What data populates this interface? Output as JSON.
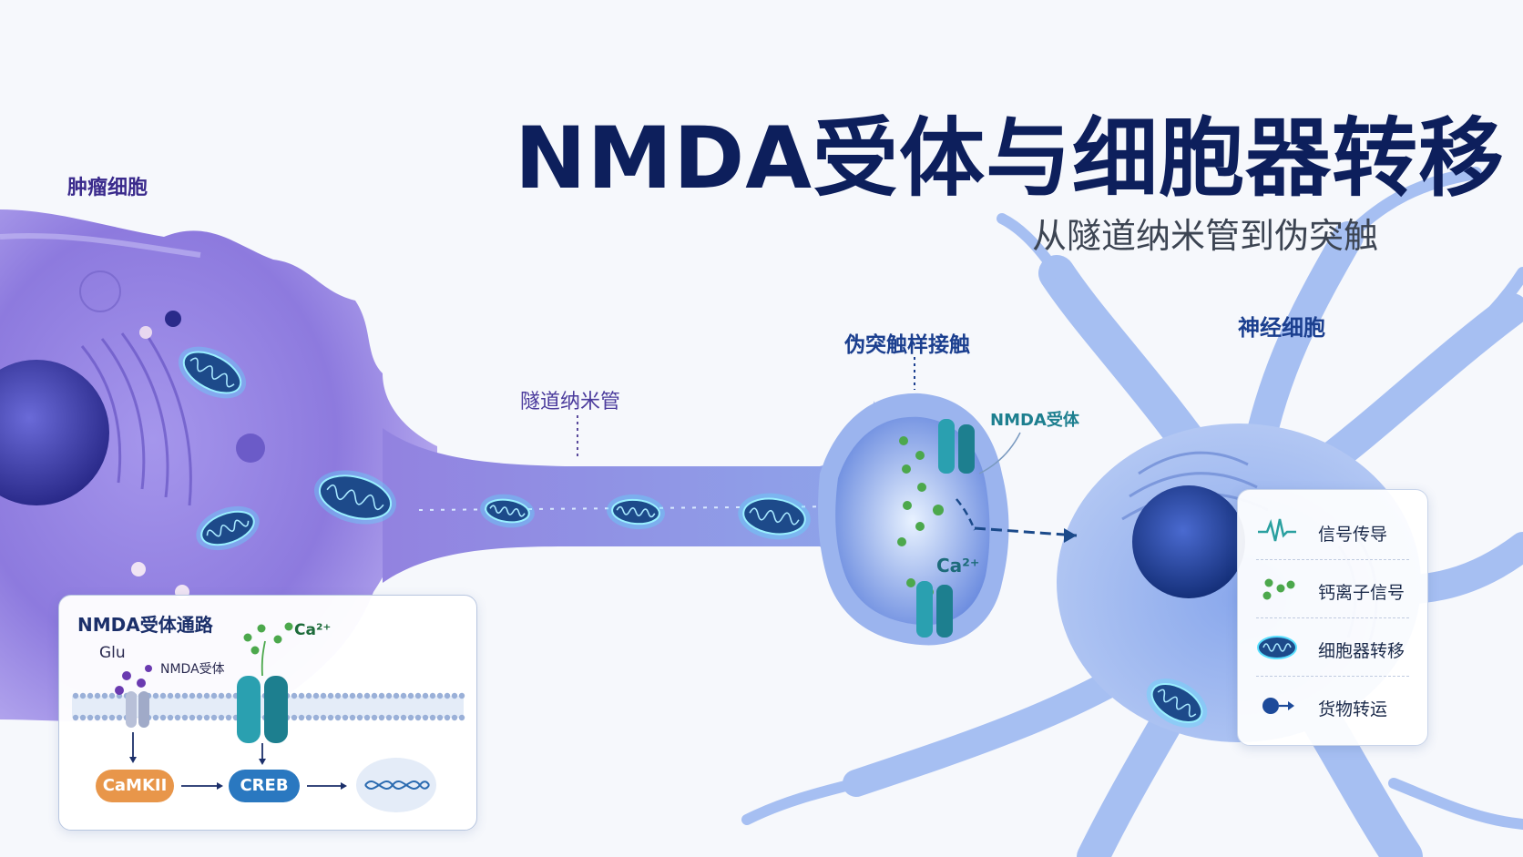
{
  "header": {
    "title": "NMDA受体与细胞器转移",
    "subtitle": "从隧道纳米管到伪突触"
  },
  "labels": {
    "tumor_cell": "肿瘤细胞",
    "neuron": "神经细胞",
    "tunnel_nanotube": "隧道纳米管",
    "pseudo_synapse": "伪突触样接触",
    "nmda_receptor": "NMDA受体",
    "calcium": "Ca²⁺"
  },
  "legend": {
    "items": [
      {
        "icon": "signal-wave-icon",
        "label": "信号传导"
      },
      {
        "icon": "calcium-dots-icon",
        "label": "钙离子信号"
      },
      {
        "icon": "mitochondrion-icon",
        "label": "细胞器转移"
      },
      {
        "icon": "cargo-arrow-icon",
        "label": "货物转运"
      }
    ]
  },
  "inset": {
    "title": "NMDA受体通路",
    "glu": "Glu",
    "receptor": "NMDA受体",
    "calcium": "Ca²⁺",
    "camkii": "CaMKII",
    "creb": "CREB"
  },
  "colors": {
    "tumor": "#8f7ee0",
    "neuron": "#8fb0ee",
    "title": "#0d1f5c",
    "receptor": "#2aa0b0",
    "mitochondria_glow": "#5ae0ff",
    "camkii": "#e8964a",
    "creb": "#2a78c0"
  }
}
